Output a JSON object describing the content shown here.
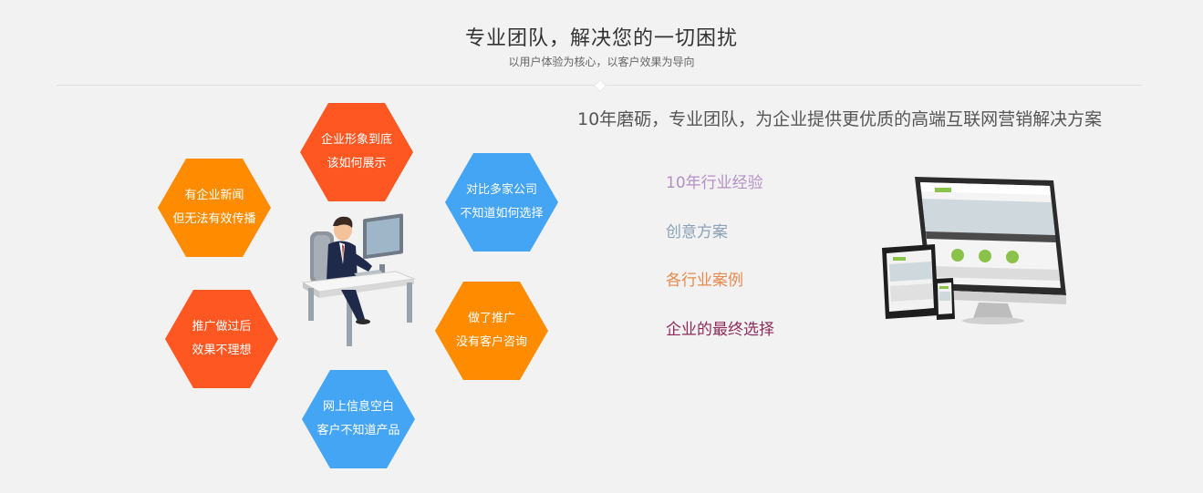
{
  "header": {
    "title": "专业团队，解决您的一切困扰",
    "subtitle": "以用户体验为核心，以客户效果为导向"
  },
  "problems": [
    {
      "line1": "企业形象到底",
      "line2": "该如何展示"
    },
    {
      "line1": "有企业新闻",
      "line2": "但无法有效传播"
    },
    {
      "line1": "对比多家公司",
      "line2": "不知道如何选择"
    },
    {
      "line1": "推广做过后",
      "line2": "效果不理想"
    },
    {
      "line1": "做了推广",
      "line2": "没有客户咨询"
    },
    {
      "line1": "网上信息空白",
      "line2": "客户不知道产品"
    }
  ],
  "solution": {
    "headline": "10年磨砺，专业团队，为企业提供更优质的高端互联网营销解决方案",
    "features": [
      "10年行业经验",
      "创意方案",
      "各行业案例",
      "企业的最终选择"
    ]
  },
  "colors": {
    "red": "#ff5722",
    "orange": "#ff8c00",
    "blue": "#45a5f5"
  }
}
